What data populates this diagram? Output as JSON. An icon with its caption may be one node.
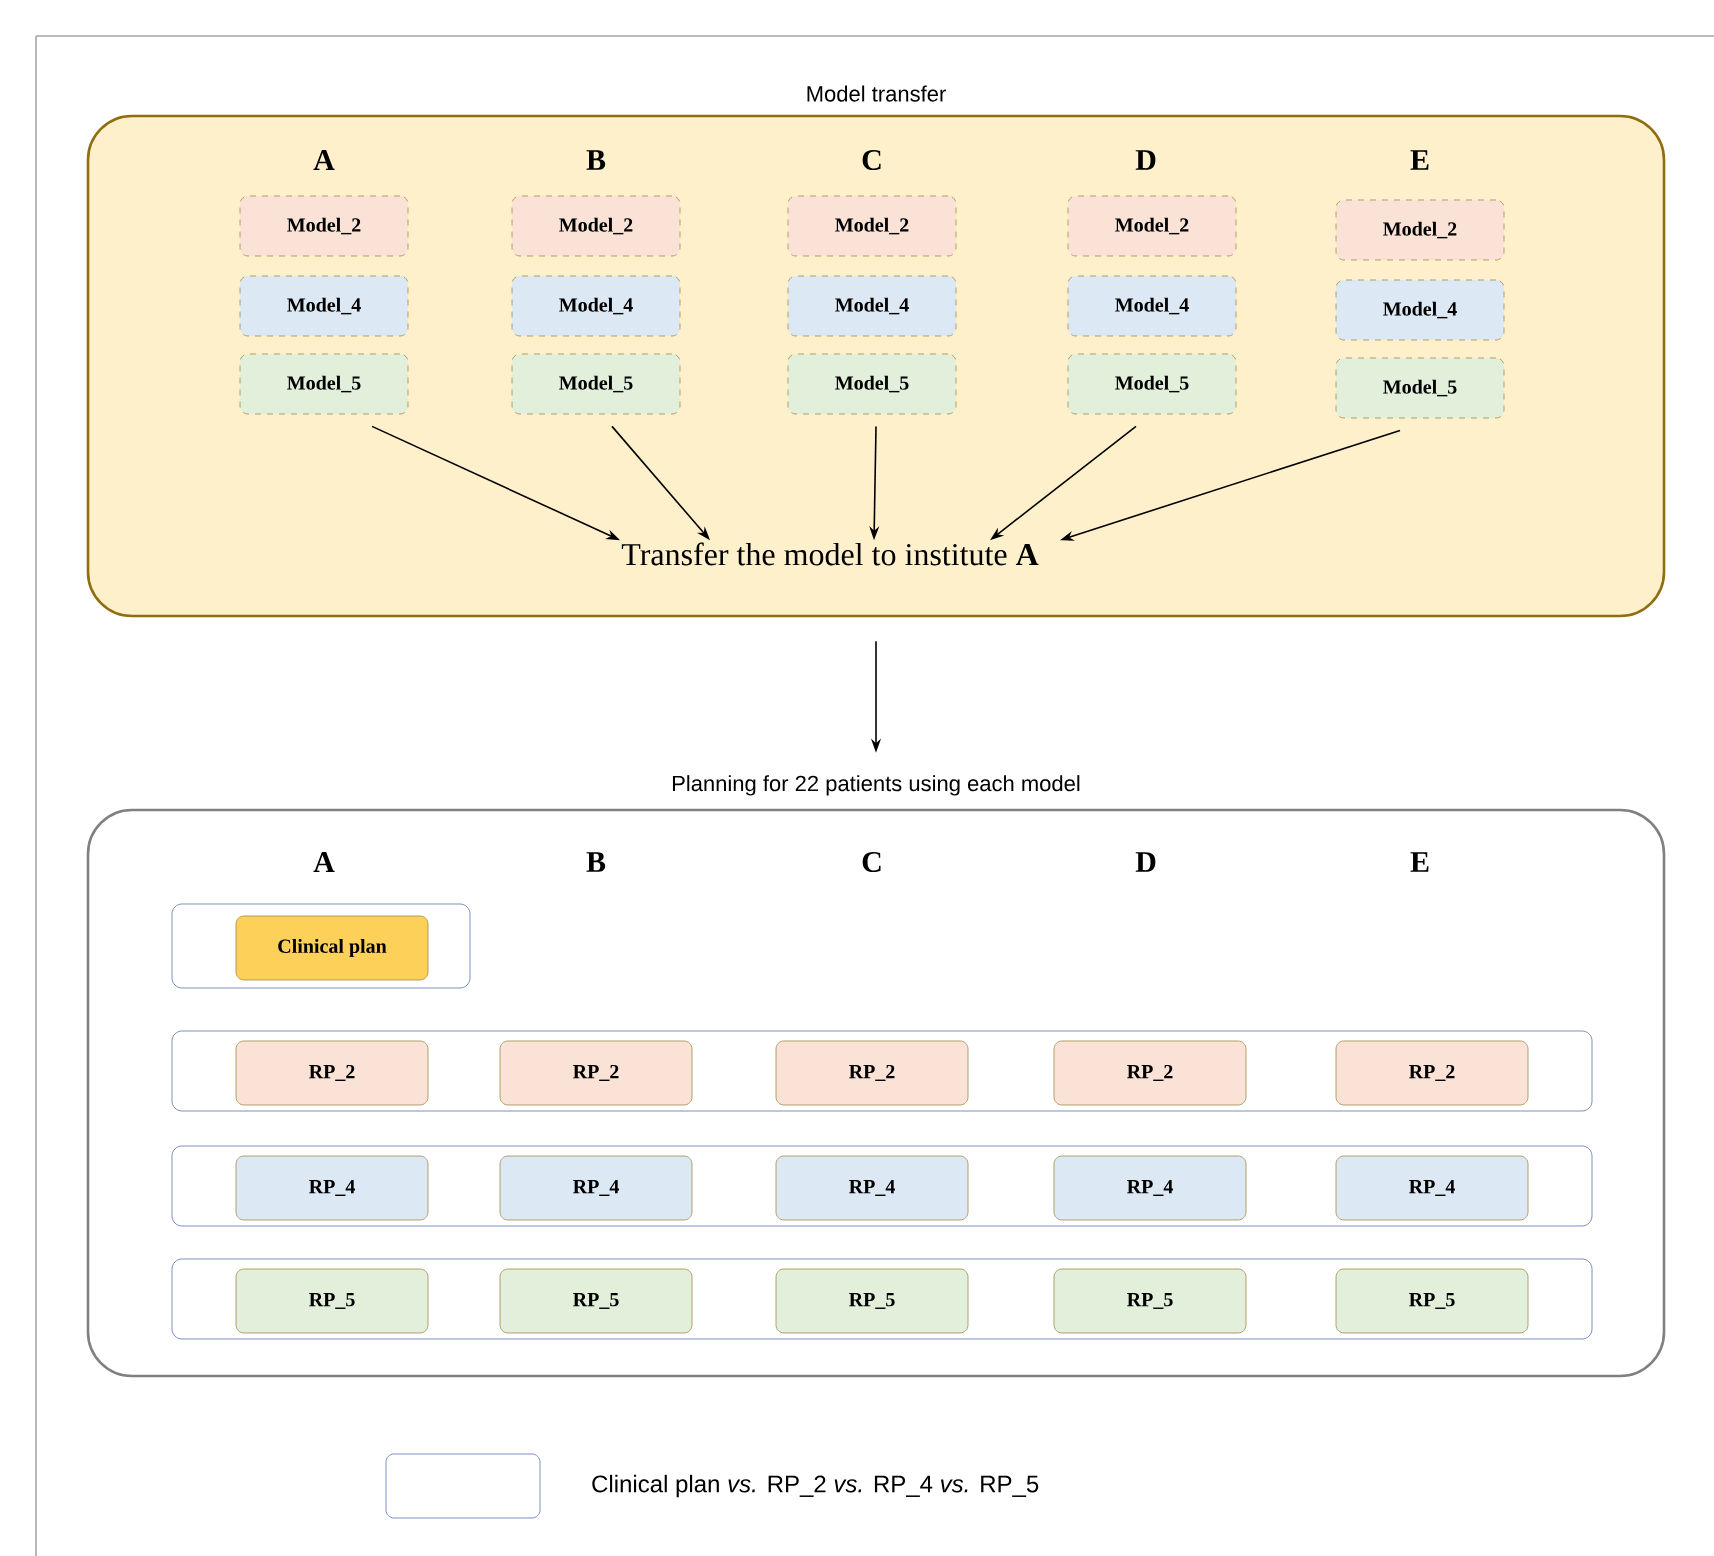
{
  "diagram": {
    "nodes": [
      {
        "text": [
          "Model transfer"
        ]
      },
      {
        "text": [
          "Model_2"
        ],
        "in": 0
      },
      {
        "text": [
          "Model_4"
        ],
        "in": 0
      },
      {
        "text": [
          "Model_5"
        ],
        "in": 0
      },
      {
        "text": [
          "Model_2"
        ],
        "in": 0
      },
      {
        "text": [
          "Model_4"
        ],
        "in": 0
      },
      {
        "text": [
          "Model_5"
        ],
        "in": 0
      },
      {
        "text": [
          "Model_2"
        ],
        "in": 0
      },
      {
        "text": [
          "Model_4"
        ],
        "in": 0
      },
      {
        "text": [
          "Model_5"
        ],
        "in": 0
      },
      {
        "text": [
          "Model_2"
        ],
        "in": 0
      },
      {
        "text": [
          "Model_4"
        ],
        "in": 0
      },
      {
        "text": [
          "Model_5"
        ],
        "in": 0
      },
      {
        "text": [
          "Model_2"
        ],
        "in": 0
      },
      {
        "text": [
          "Model_4"
        ],
        "in": 0
      },
      {
        "text": [
          "Model_5"
        ],
        "in": 0
      },
      {
        "text": [
          "Transfer the model to institute **A**"
        ],
        "in": 0
      },
      {
        "text": [
          "Planning for 22 patients using each model"
        ]
      },
      {
        "text": [],
        "shape": "box",
        "in": 17
      },
      {
        "text": [
          "Clinical plan"
        ],
        "in": 18
      },
      {
        "text": [],
        "shape": "box",
        "in": 17
      },
      {
        "text": [
          "RP_2"
        ],
        "in": 20
      },
      {
        "text": [
          "RP_2"
        ],
        "in": 20
      },
      {
        "text": [
          "RP_2"
        ],
        "in": 20
      },
      {
        "text": [
          "RP_2"
        ],
        "in": 20
      },
      {
        "text": [
          "RP_2"
        ],
        "in": 20
      },
      {
        "text": [],
        "shape": "box",
        "in": 17
      },
      {
        "text": [
          "RP_4"
        ],
        "in": 26
      },
      {
        "text": [
          "RP_4"
        ],
        "in": 26
      },
      {
        "text": [
          "RP_4"
        ],
        "in": 26
      },
      {
        "text": [
          "RP_4"
        ],
        "in": 26
      },
      {
        "text": [
          "RP_4"
        ],
        "in": 26
      },
      {
        "text": [],
        "shape": "box",
        "in": 17
      },
      {
        "text": [
          "RP_5"
        ],
        "in": 32
      },
      {
        "text": [
          "RP_5"
        ],
        "in": 32
      },
      {
        "text": [
          "RP_5"
        ],
        "in": 32
      },
      {
        "text": [
          "RP_5"
        ],
        "in": 32
      },
      {
        "text": [
          "RP_5"
        ],
        "in": 32
      }
    ],
    "edges": [
      {
        "from": 3,
        "to": 16,
        "arrow": "to"
      },
      {
        "from": 6,
        "to": 16,
        "arrow": "to"
      },
      {
        "from": 9,
        "to": 16,
        "arrow": "to"
      },
      {
        "from": 12,
        "to": 16,
        "arrow": "to"
      },
      {
        "from": 15,
        "to": 16,
        "arrow": "to"
      },
      {
        "from": 0,
        "to": 17,
        "arrow": "to"
      }
    ],
    "labels": [
      "A",
      "B",
      "C",
      "D",
      "E",
      "A",
      "B",
      "C",
      "D",
      "E"
    ],
    "legend": [
      {
        "text": "Clinical plan *vs.* RP_2 *vs.* RP_4 *vs.* RP_5"
      }
    ]
  }
}
